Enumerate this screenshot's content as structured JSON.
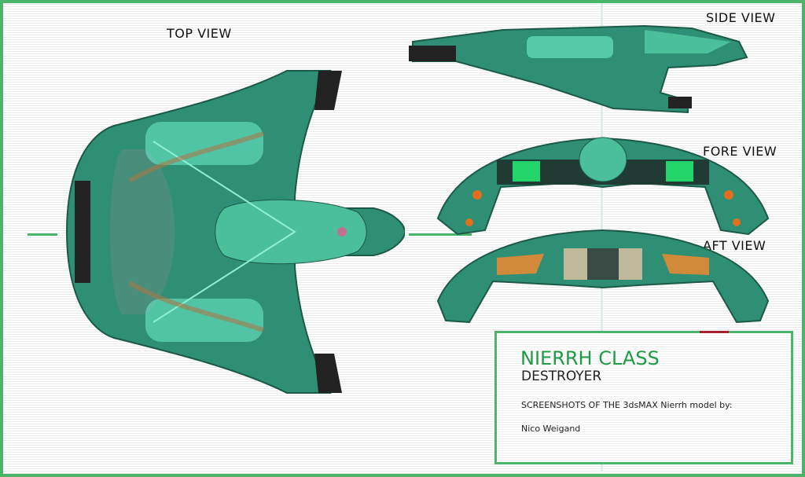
{
  "labels": {
    "top_view": "TOP VIEW",
    "side_view": "SIDE VIEW",
    "fore_view": "FORE VIEW",
    "aft_view": "AFT VIEW"
  },
  "info": {
    "class_name": "NIERRH CLASS",
    "ship_type": "DESTROYER",
    "credit": "SCREENSHOTS OF THE 3dsMAX Nierrh model by:",
    "author": "Nico Weigand"
  },
  "colors": {
    "frame": "#4cb56c",
    "hull": "#2f8f74",
    "hull_light": "#5fd3b0",
    "class_text": "#1f9a45",
    "accent_red": "#a3202c"
  }
}
